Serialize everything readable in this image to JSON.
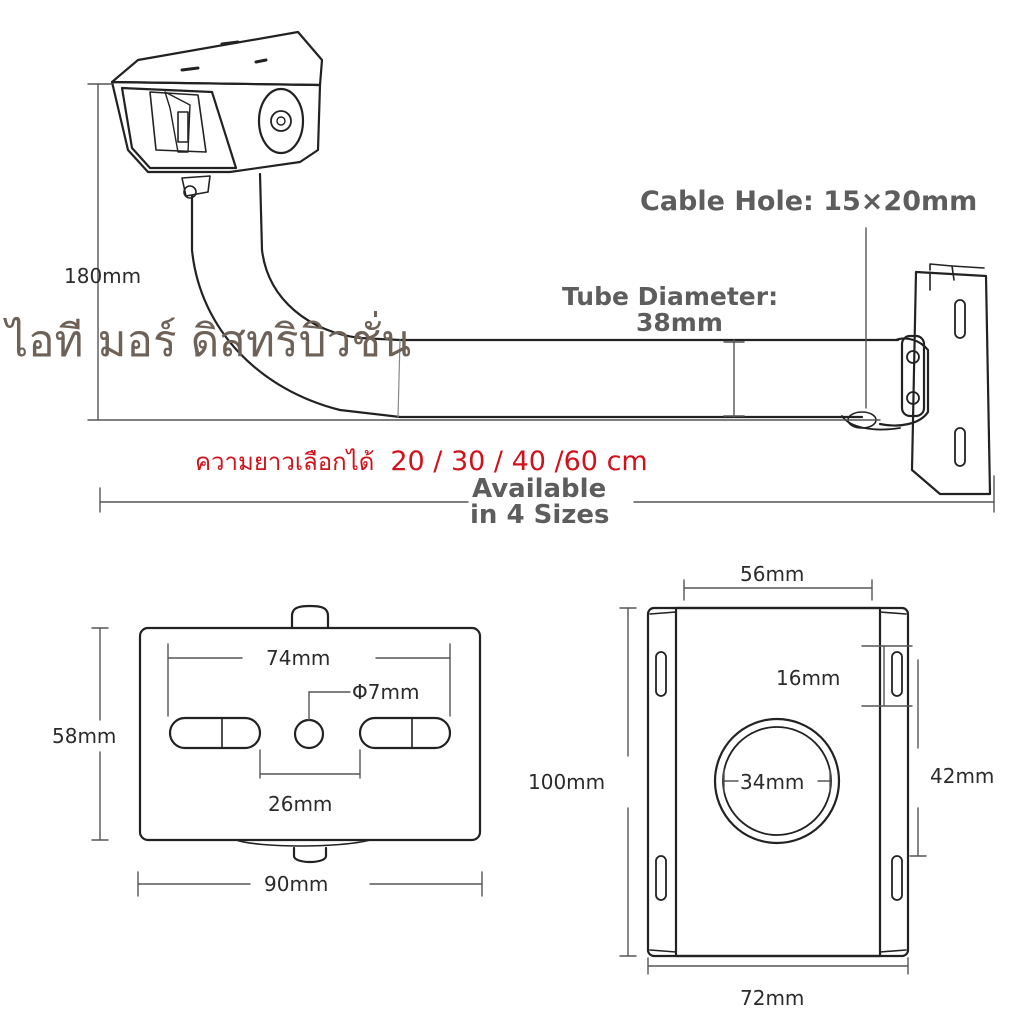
{
  "watermark": "ไอที มอร์ ดิสทริบิวชั่น",
  "labels": {
    "cable_hole": "Cable Hole: 15×20mm",
    "tube_diameter_line1": "Tube Diameter:",
    "tube_diameter_line2": "38mm",
    "height_180": "180mm",
    "available_line1": "Available",
    "available_line2": "in 4 Sizes",
    "length_options_thai": "ความยาวเลือกได้",
    "length_options_values": "20 / 30 / 40 /60 cm"
  },
  "base_plate": {
    "width_74": "74mm",
    "hole_7": "Φ7mm",
    "height_58": "58mm",
    "gap_26": "26mm",
    "width_90": "90mm"
  },
  "wall_plate": {
    "width_56": "56mm",
    "slot_16": "16mm",
    "height_100": "100mm",
    "hole_34": "34mm",
    "spacing_42": "42mm",
    "width_72": "72mm"
  },
  "colors": {
    "line": "#222222",
    "dim_line": "#555555",
    "red_text": "#d0121b",
    "grey_bold": "#5d5d5d",
    "watermark": "#6e6258"
  }
}
